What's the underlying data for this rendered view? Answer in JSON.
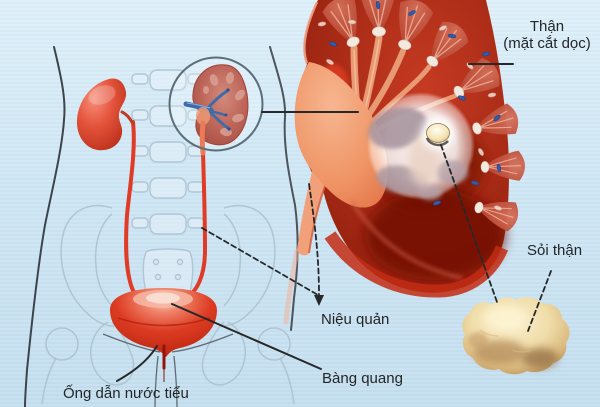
{
  "labels": {
    "kidney_section_line1": "Thận",
    "kidney_section_line2": "(mặt cắt dọc)",
    "kidney_stone": "Sỏi thận",
    "ureter": "Niệu quản",
    "bladder": "Bàng quang",
    "urethra": "Ống dẫn nước tiểu"
  },
  "colors": {
    "background_top": "#def0fa",
    "background_bottom": "#c5dfef",
    "kidney_dark_red": "#a02614",
    "kidney_light_red": "#c85a42",
    "renal_pelvis_salmon": "#ef9465",
    "ureter_red": "#e03b26",
    "bladder_red": "#d62f1a",
    "stone_cream": "#f2e3b4",
    "stone_shadow": "#9c7a4e",
    "vessel_blue": "#3a66ae",
    "outline_gray": "#a9bfce",
    "body_outline": "#3f444b",
    "pointer_line": "#26282a",
    "label_text": "#232629",
    "magnifier_ring": "#5c6e79"
  }
}
